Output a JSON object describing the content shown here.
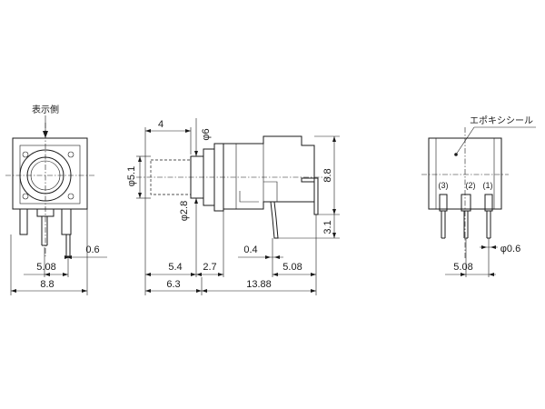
{
  "labels": {
    "display_side": "表示側",
    "epoxy_seal": "エポキシシール",
    "pin3": "(3)",
    "pin2": "(2)",
    "pin1": "(1)"
  },
  "dims": {
    "front_pitch": "5.08",
    "front_width": "8.8",
    "front_pin": "0.6",
    "side_d51": "φ5.1",
    "side_4": "4",
    "side_d6": "φ6",
    "side_d28": "φ2.8",
    "side_88": "8.8",
    "side_31": "3.1",
    "side_04": "0.4",
    "side_508": "5.08",
    "side_54": "5.4",
    "side_27": "2.7",
    "side_63": "6.3",
    "side_1388": "13.88",
    "back_pin_d": "φ0.6",
    "back_pitch": "5.08"
  }
}
